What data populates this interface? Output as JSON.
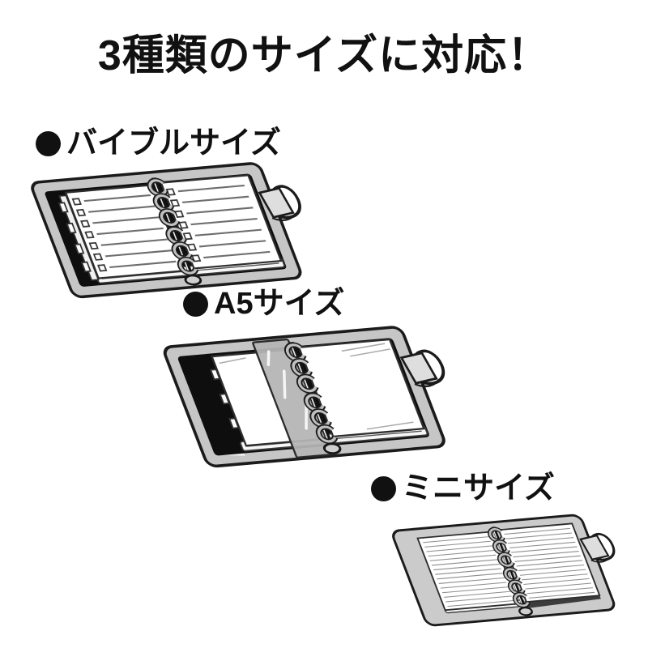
{
  "title": {
    "text": "3種類のサイズに対応！"
  },
  "sections": [
    {
      "id": "bible",
      "bullet_icon": "filled-circle",
      "label": "バイブルサイズ",
      "illustration": "open-6-ring-binder-with-checklist-pages"
    },
    {
      "id": "a5",
      "bullet_icon": "filled-circle",
      "label": "A5サイズ",
      "illustration": "open-6-ring-binder-with-blank-pages-and-clear-ruler"
    },
    {
      "id": "mini",
      "bullet_icon": "filled-circle",
      "label": "ミニサイズ",
      "illustration": "open-6-ring-binder-with-lined-pages"
    }
  ],
  "colors": {
    "background": "#ffffff",
    "text": "#111111",
    "outline": "#1b1b1b",
    "cover_gray": "#c6c6c6",
    "lining_black": "#0e0e0e",
    "page_white": "#ffffff",
    "ruler_gray": "#b5b5b5"
  }
}
